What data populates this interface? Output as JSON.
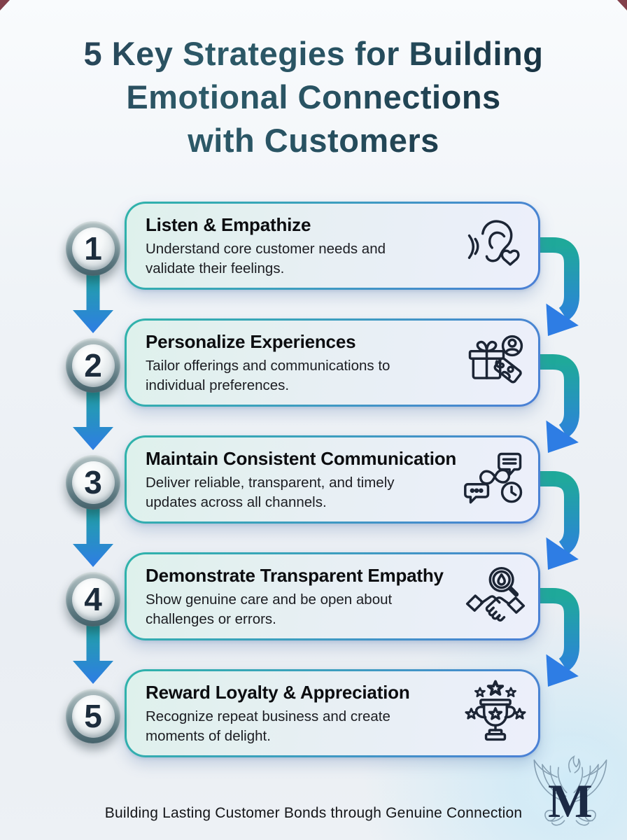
{
  "page": {
    "title_lines": [
      "5 Key Strategies for Building",
      "Emotional Connections",
      "with Customers"
    ],
    "footer": "Building Lasting Customer Bonds through Genuine Connection"
  },
  "logo": {
    "letter": "M"
  },
  "steps": [
    {
      "number": "1",
      "title": "Listen & Empathize",
      "description": "Understand core customer needs and\nvalidate their feelings.",
      "icon": "ear-listening-heart-icon"
    },
    {
      "number": "2",
      "title": "Personalize Experiences",
      "description": "Tailor offerings and communications to\nindividual preferences.",
      "icon": "gift-tag-person-icon"
    },
    {
      "number": "3",
      "title": "Maintain Consistent Communication",
      "description": "Deliver reliable, transparent, and timely\nupdates across all channels.",
      "icon": "chat-infinity-clock-icon"
    },
    {
      "number": "4",
      "title": "Demonstrate Transparent Empathy",
      "description": "Show genuine care and be open about\nchallenges or errors.",
      "icon": "handshake-magnifier-icon"
    },
    {
      "number": "5",
      "title": "Reward Loyalty & Appreciation",
      "description": "Recognize repeat business and create\nmoments of delight.",
      "icon": "trophy-stars-icon"
    }
  ],
  "colors": {
    "accent_teal": "#2fb0a8",
    "accent_blue": "#2e7de4",
    "title_dark": "#20384a",
    "card_border_teal": "#2fb3aa",
    "card_border_blue": "#4b7fd6",
    "corner_accent": "#6d1f2c",
    "background": "#eef2f6"
  }
}
